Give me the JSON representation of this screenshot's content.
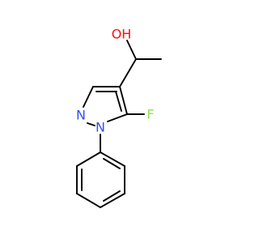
{
  "structure": {
    "atoms": [
      {
        "id": "OH",
        "label": "OH",
        "color": "#ff0d0d"
      },
      {
        "id": "N2",
        "label": "N",
        "color": "#3050f8"
      },
      {
        "id": "N1",
        "label": "N",
        "color": "#3050f8"
      },
      {
        "id": "F",
        "label": "F",
        "color": "#90e050"
      }
    ]
  }
}
